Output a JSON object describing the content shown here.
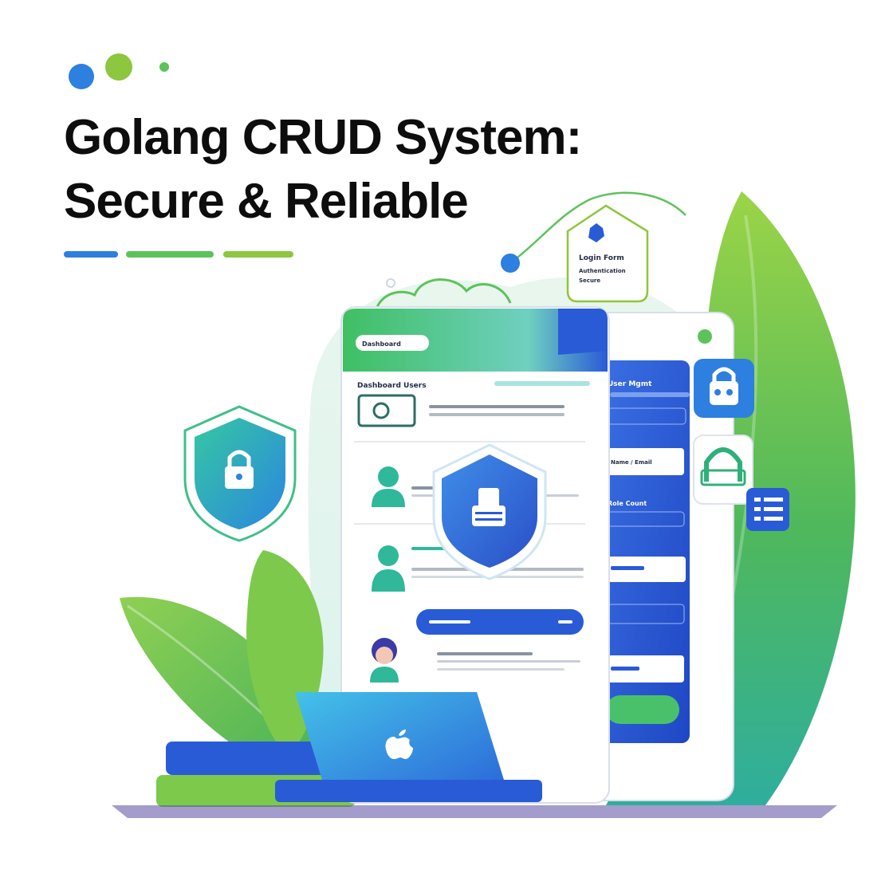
{
  "headline": {
    "line1": "Golang CRUD System:",
    "line2": "Secure & Reliable"
  },
  "colors": {
    "blue": "#2d7fe0",
    "green": "#5cc35a",
    "lime": "#8dc63f",
    "dark_blue": "#2a5bd7",
    "teal": "#2fb89a"
  },
  "left_panel": {
    "nav_pill": "Dashboard",
    "section_label": "Dashboard Users"
  },
  "right_panel": {
    "header_label": "User Mgmt",
    "label_a": "Name / Email",
    "label_b": "Role Count"
  },
  "login_badge": {
    "line1": "Login Form",
    "line2": "Authentication",
    "line3": "Secure"
  },
  "icons": [
    "lock-shield-icon",
    "database-shield-icon",
    "lock-icon",
    "unlock-icon",
    "list-icon",
    "user-avatar-icon",
    "apple-logo-icon",
    "leaf-icon"
  ]
}
